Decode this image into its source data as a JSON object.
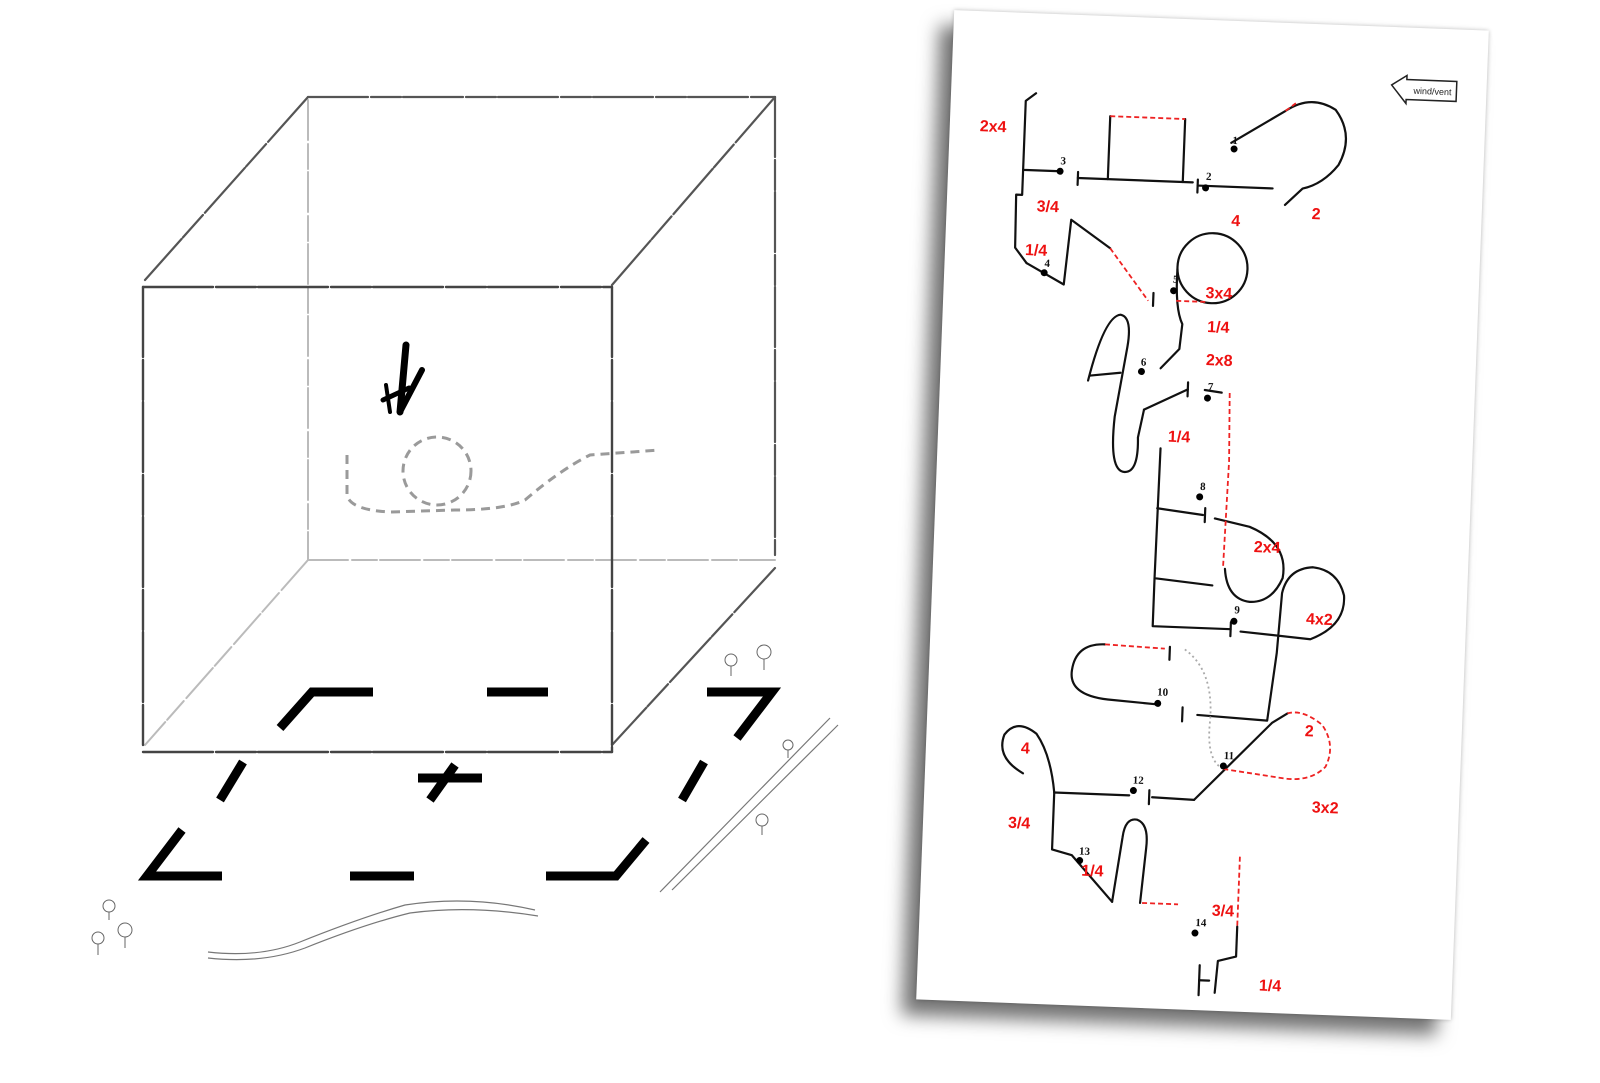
{
  "wind_label": "wind/vent",
  "figure_numbers": [
    "1",
    "2",
    "3",
    "4",
    "5",
    "6",
    "7",
    "8",
    "9",
    "10",
    "11",
    "12",
    "13",
    "14"
  ],
  "notes": [
    "2x4",
    "3/4",
    "1/4",
    "4",
    "2",
    "3x4",
    "1/4",
    "2x8",
    "1/4",
    "2x4",
    "4x2",
    "2",
    "3x2",
    "4",
    "3/4",
    "1/4",
    "3/4",
    "1/4"
  ],
  "colors": {
    "pencil": "#333333",
    "line": "#111111",
    "note": "#ee1111",
    "dashed": "#ee2222"
  }
}
